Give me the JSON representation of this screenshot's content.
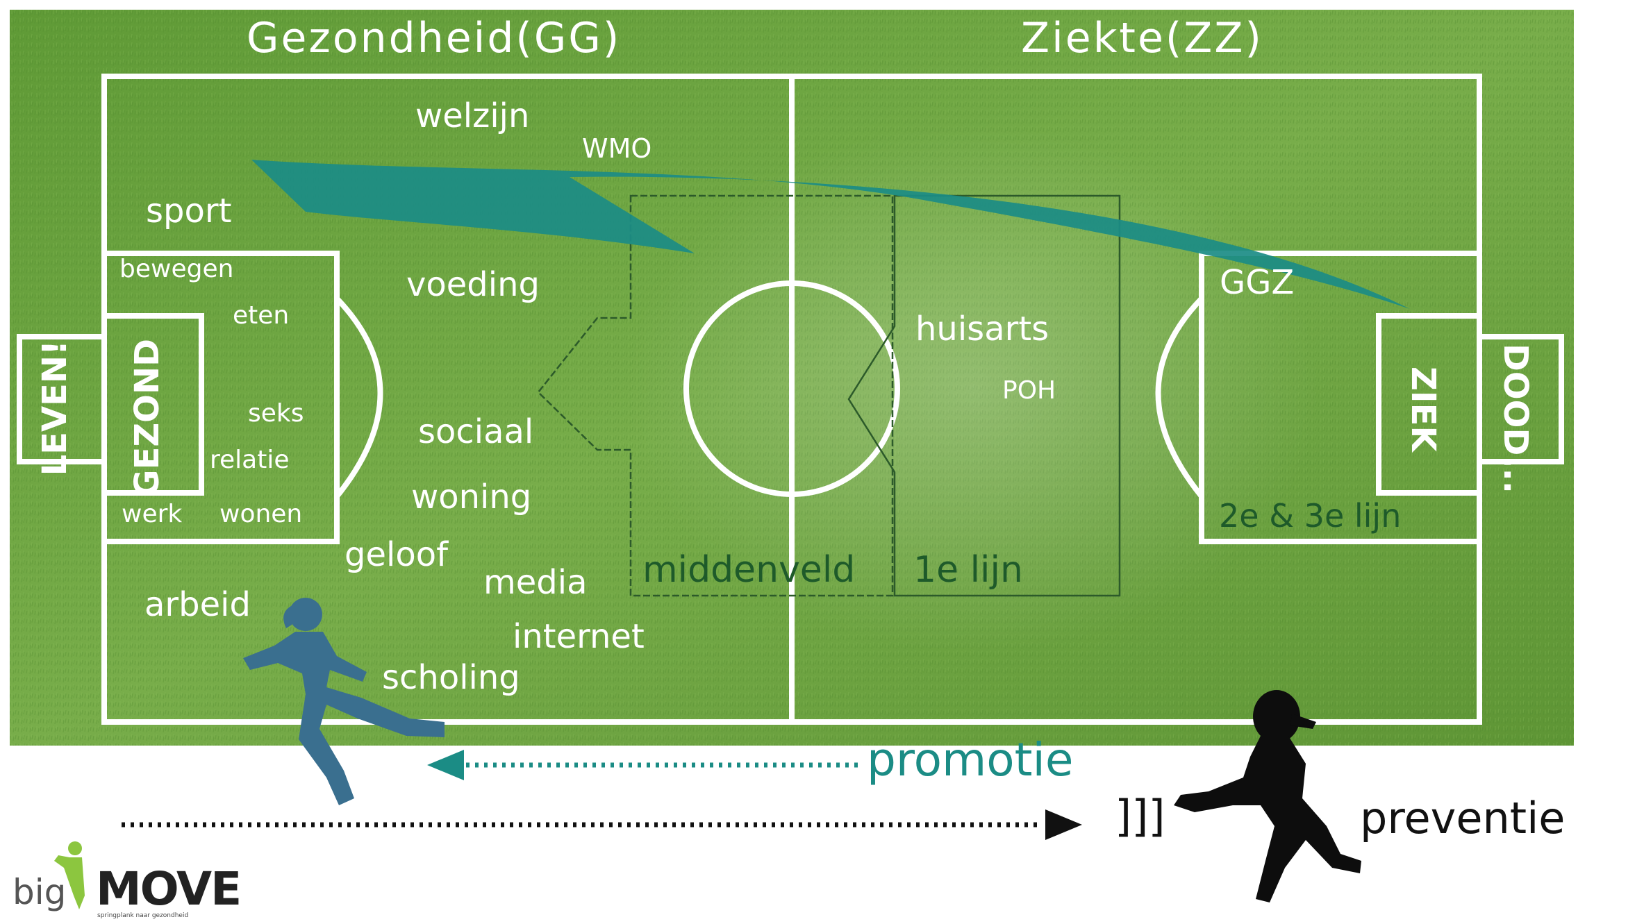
{
  "diagram": {
    "left_half_title": "Gezondheid(GG)",
    "right_half_title": "Ziekte(ZZ)",
    "left_goal": "LEVEN!",
    "left_box": "GEZOND",
    "right_box": "ZIEK",
    "right_goal": "DOOD...",
    "field_words": {
      "welzijn": "welzijn",
      "wmo": "WMO",
      "sport": "sport",
      "bewegen": "bewegen",
      "eten": "eten",
      "voeding": "voeding",
      "seks": "seks",
      "relatie": "relatie",
      "sociaal": "sociaal",
      "werk": "werk",
      "wonen": "wonen",
      "woning": "woning",
      "geloof": "geloof",
      "arbeid": "arbeid",
      "media": "media",
      "internet": "internet",
      "scholing": "scholing"
    },
    "care_words": {
      "huisarts": "huisarts",
      "poh": "POH",
      "ggz": "GGZ",
      "middenveld": "middenveld",
      "eerste_lijn": "1e lijn",
      "tweede_derde_lijn": "2e & 3e lijn"
    },
    "promotie": "promotie",
    "preventie": "preventie",
    "brackets": "]]]"
  },
  "logo": {
    "big": "big",
    "move": "MOVE",
    "tagline": "springplank naar gezondheid"
  },
  "colors": {
    "grass": "#6aa23f",
    "lines": "#ffffff",
    "teal": "#1b8c85",
    "runner": "#3a6f8f",
    "silhouette": "#0d0d0d"
  }
}
